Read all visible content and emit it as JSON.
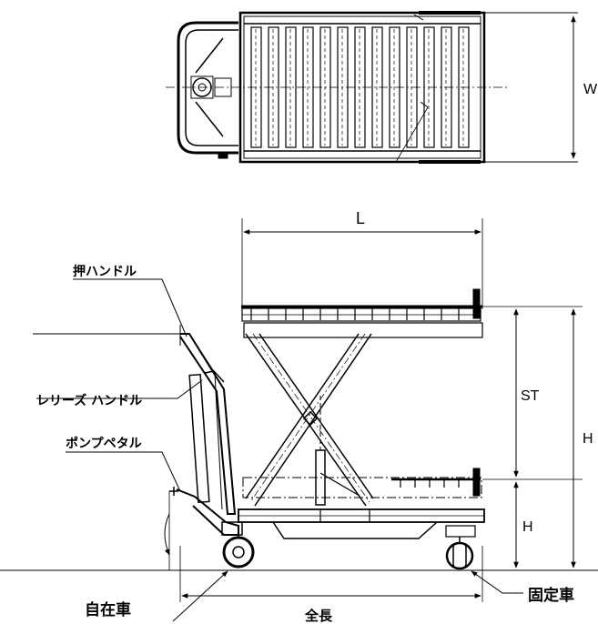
{
  "dimensions": {
    "width": "W",
    "length": "L",
    "stroke": "ST",
    "height_total": "H",
    "height_low": "H",
    "overall_length": "全長"
  },
  "parts": {
    "push_handle": "押ハンドル",
    "release_handle": "レリーズ ハンドル",
    "pump_pedal": "ポンプペタル",
    "caster_swivel": "自在車",
    "caster_fixed": "固定車"
  },
  "colors": {
    "line": "#000000",
    "background": "#ffffff"
  }
}
